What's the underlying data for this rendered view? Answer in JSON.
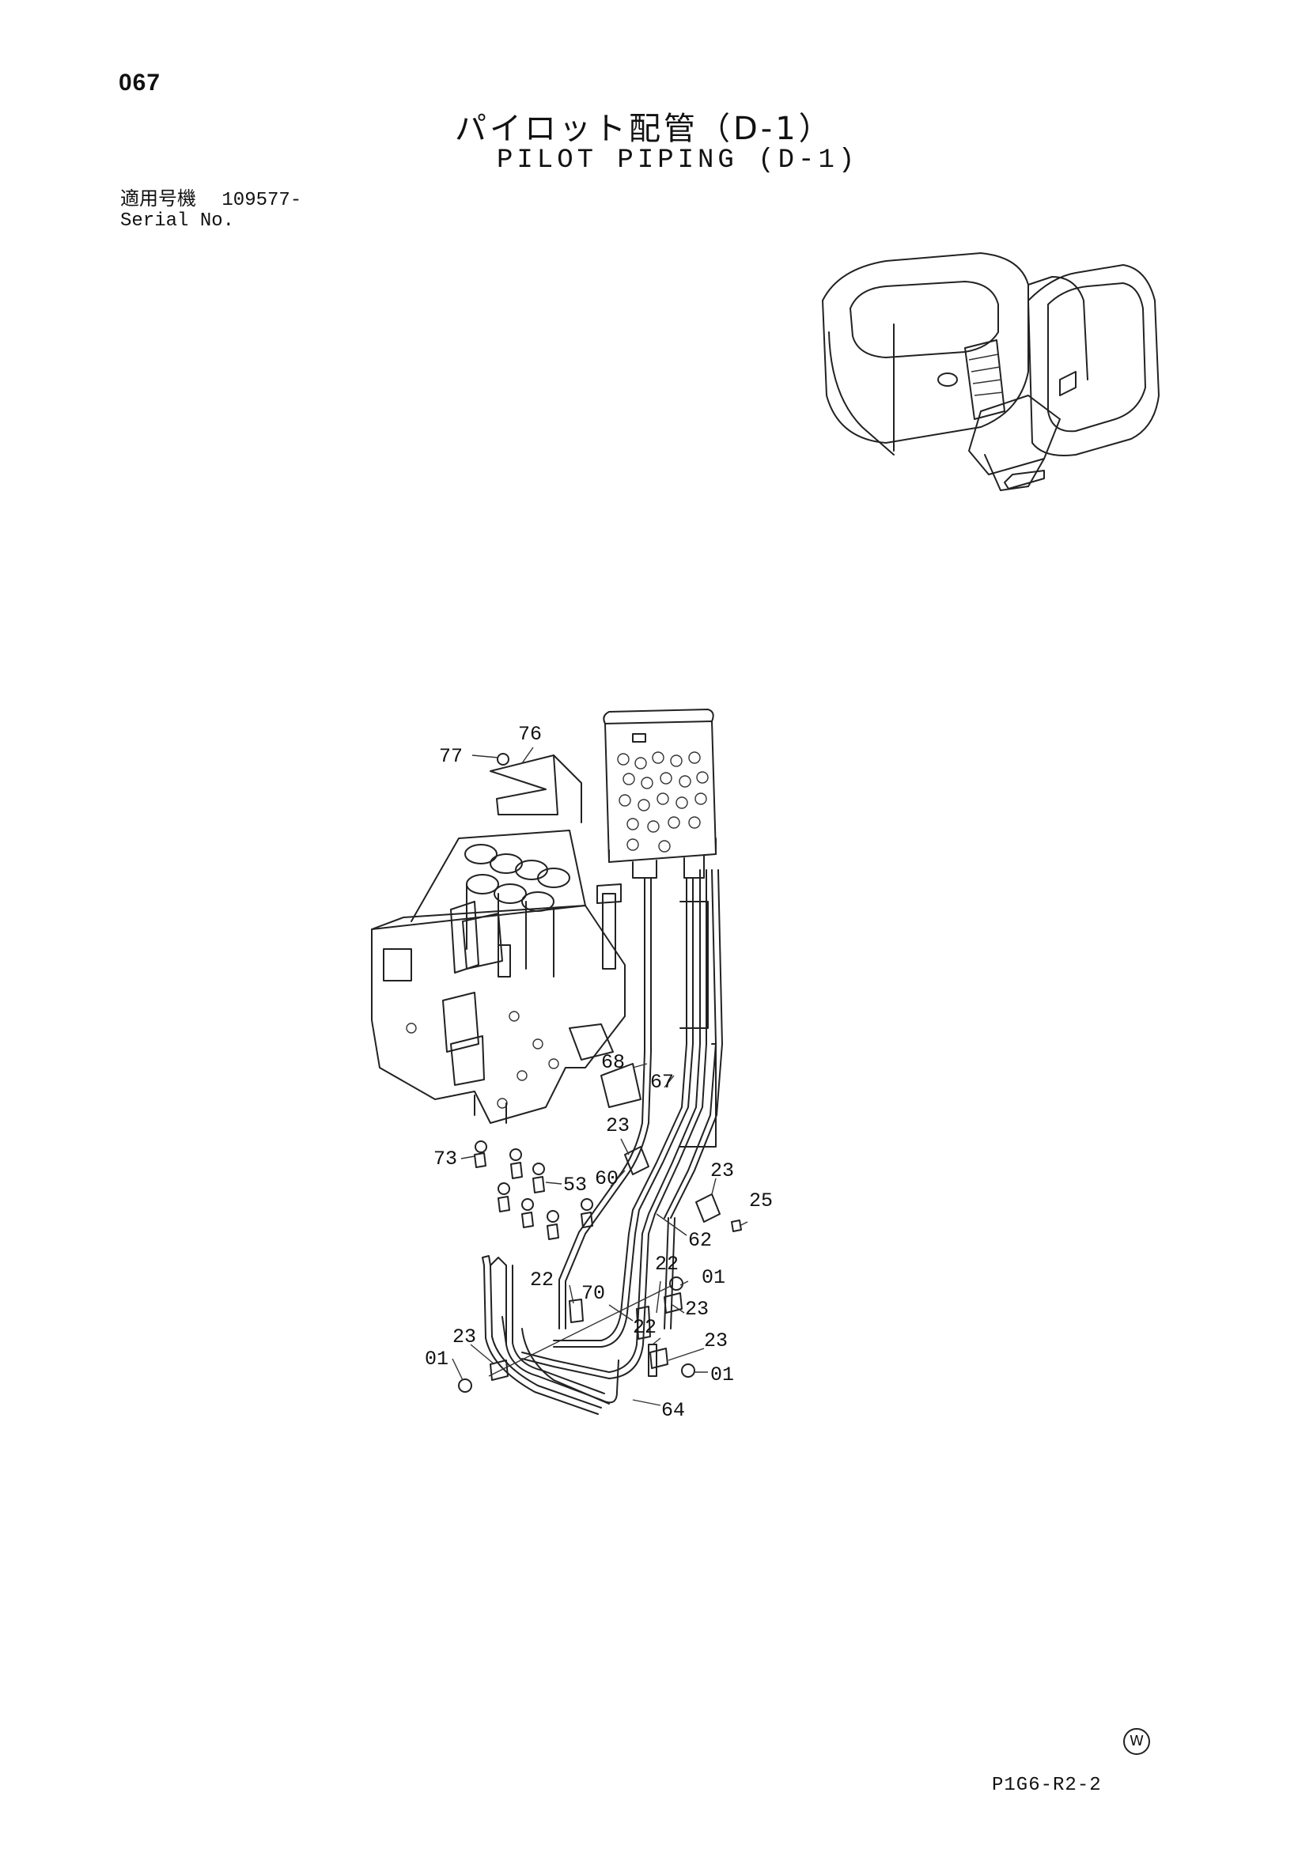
{
  "header": {
    "page_number": "067",
    "title_jp": "パイロット配管（D-1）",
    "title_en": "PILOT PIPING (D-1)",
    "applicable_label_jp": "適用号機",
    "serial_from": "109577-",
    "serial_label_en": "Serial No."
  },
  "footer": {
    "page_code": "P1G6-R2-2",
    "mark": "W"
  },
  "callouts": {
    "c77": "77",
    "c76": "76",
    "c68": "68",
    "c67": "67",
    "c23a": "23",
    "c73": "73",
    "c53": "53",
    "c60": "60",
    "c23b": "23",
    "c25": "25",
    "c62": "62",
    "c22a": "22",
    "c70": "70",
    "c22b": "22",
    "c01a": "01",
    "c23c": "23",
    "c22c": "22",
    "c23d": "23",
    "c01b": "01",
    "c23e": "23",
    "c01c": "01",
    "c64": "64"
  }
}
